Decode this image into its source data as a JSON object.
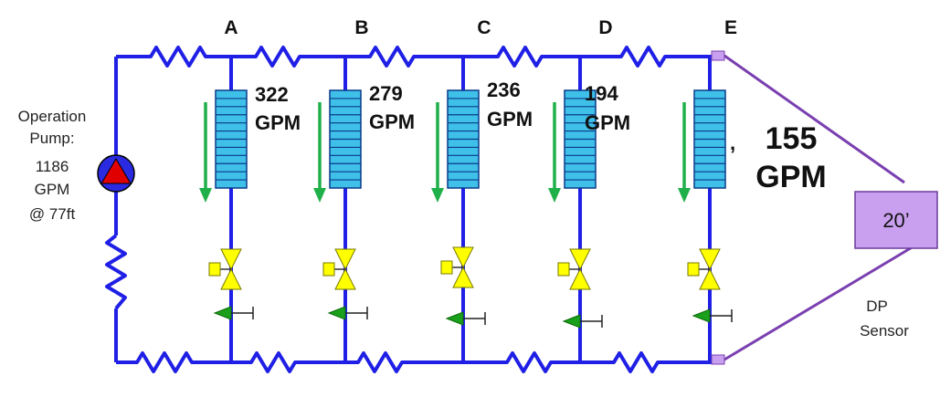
{
  "colors": {
    "pipe": "#1f1fe6",
    "coil_fill": "#3fc0e8",
    "coil_stroke": "#0a3a8a",
    "flow_arrow": "#1fb04a",
    "valve": "#ffff00",
    "check_valve": "#1aa01a",
    "pump_circle": "#2a2ae0",
    "pump_triangle": "#e00000",
    "sensor_box": "#c9a0f0",
    "sensor_line": "#7a3fb0"
  },
  "pump": {
    "label_lines": [
      "Operation",
      "Pump:",
      "1186",
      "GPM",
      "@ 77ft"
    ]
  },
  "branches": [
    {
      "id": "A",
      "flow_value": "322",
      "flow_unit": "GPM"
    },
    {
      "id": "B",
      "flow_value": "279",
      "flow_unit": "GPM"
    },
    {
      "id": "C",
      "flow_value": "236",
      "flow_unit": "GPM"
    },
    {
      "id": "D",
      "flow_value": "194",
      "flow_unit": "GPM"
    },
    {
      "id": "E",
      "flow_value": "155",
      "flow_unit": "GPM",
      "mark": ","
    }
  ],
  "dp_sensor": {
    "value": "20’",
    "label_lines": [
      "DP",
      "Sensor"
    ]
  }
}
